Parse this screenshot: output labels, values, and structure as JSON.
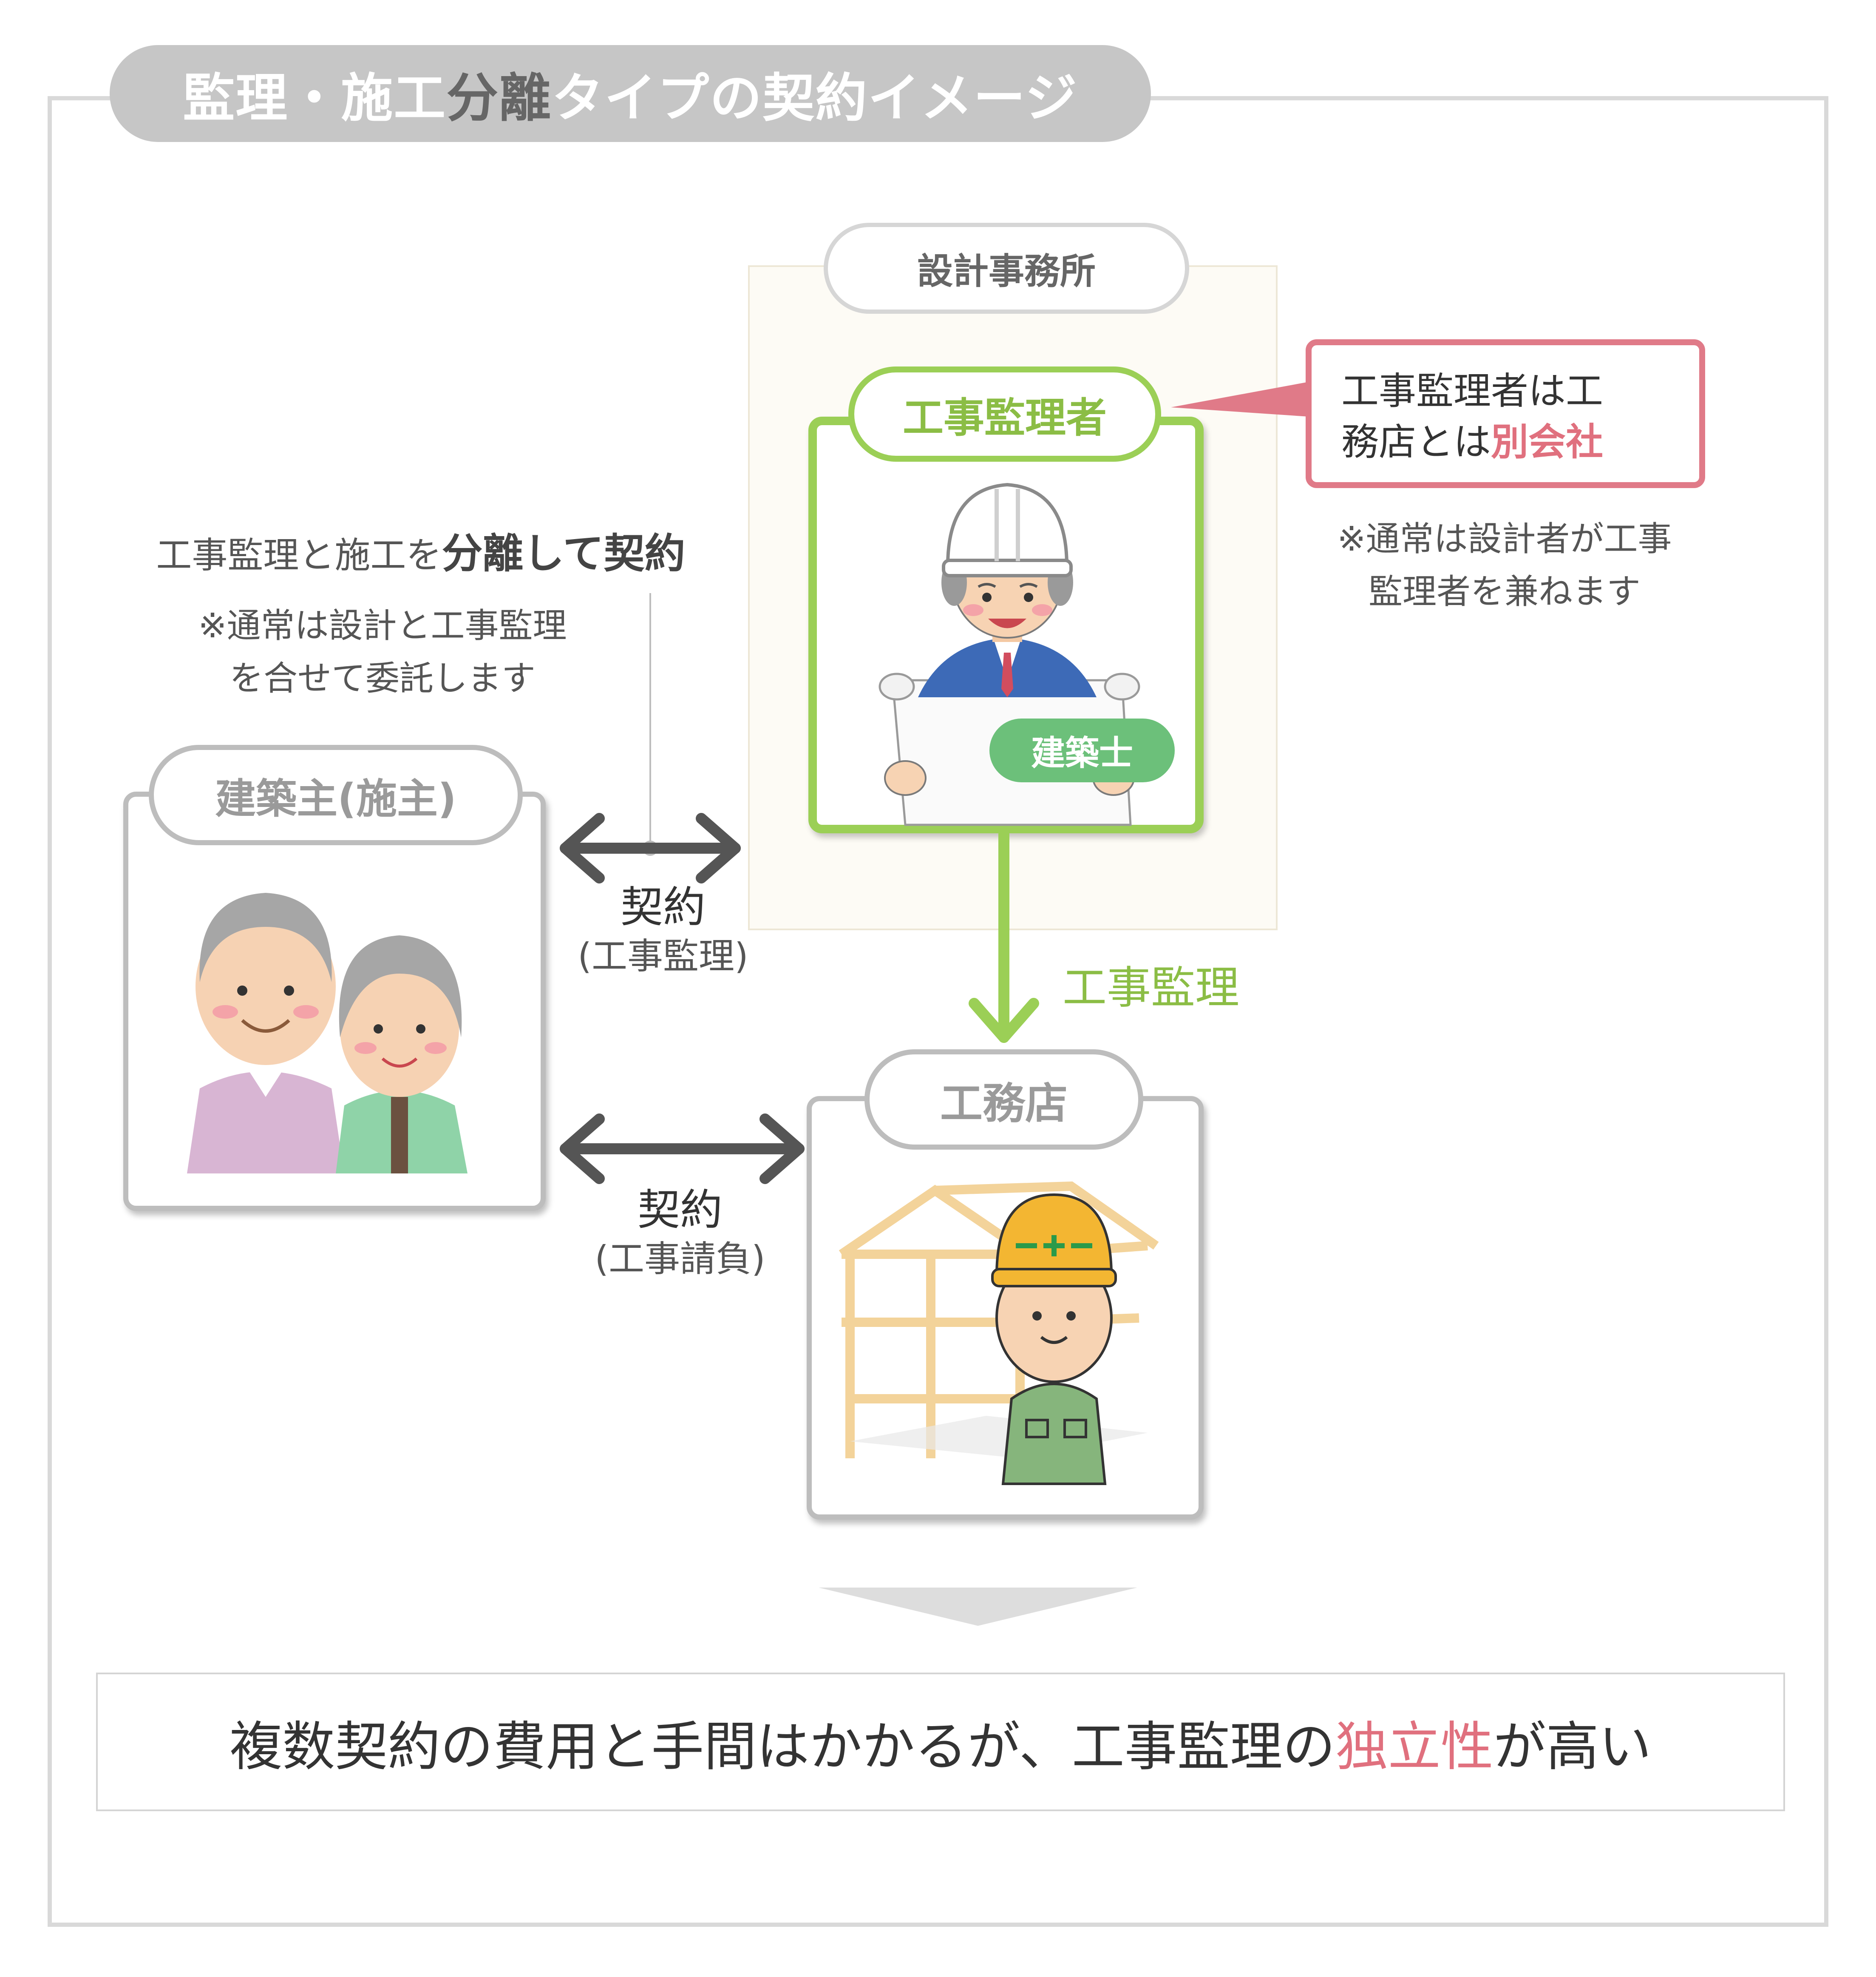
{
  "title": {
    "part1": "監理・施工",
    "emphasis": "分離",
    "part2": "タイプの契約イメージ"
  },
  "design_office": {
    "label": "設計事務所"
  },
  "supervisor": {
    "label": "工事監理者",
    "badge": "建築士"
  },
  "callout": {
    "line1": "工事監理者は工",
    "line2_prefix": "務店とは",
    "line2_emphasis": "別会社",
    "note_line1": "※通常は設計者が工事",
    "note_line2": "監理者を兼ねます"
  },
  "separation": {
    "prefix": "工事監理と施工を",
    "emphasis": "分離して契約",
    "note_line1": "※通常は設計と工事監理",
    "note_line2": "を合せて委託します"
  },
  "client": {
    "label": "建築主(施主)"
  },
  "contract_supervision": {
    "title": "契約",
    "detail": "(工事監理)"
  },
  "contract_construction": {
    "title": "契約",
    "detail": "(工事請負)"
  },
  "supervision_flow": {
    "label": "工事監理"
  },
  "contractor": {
    "label": "工務店"
  },
  "result": {
    "prefix": "複数契約の費用と手間はかかるが、工事監理の",
    "emphasis": "独立性",
    "suffix": "が高い"
  },
  "colors": {
    "green": "#9bcf56",
    "pink": "#e07a88",
    "gray_border": "#bdbdbd",
    "arrow": "#555555"
  }
}
